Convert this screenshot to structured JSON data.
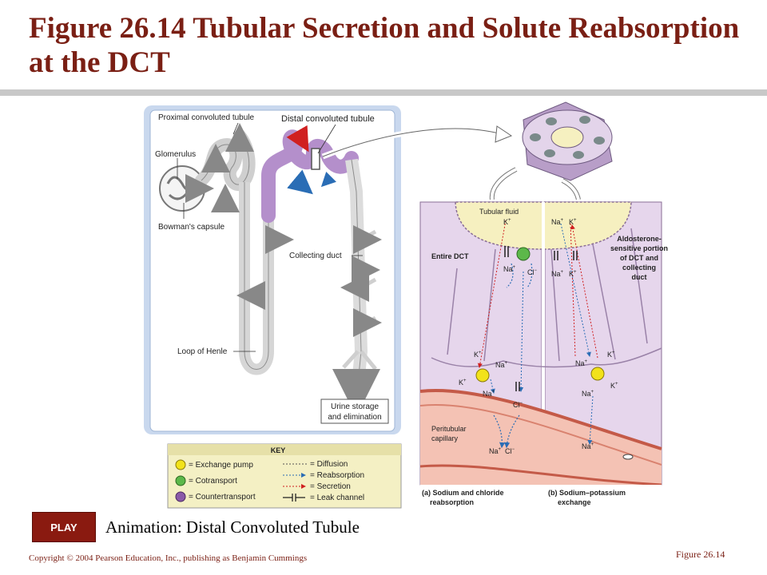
{
  "slide": {
    "title": "Figure 26.14  Tubular Secretion and Solute Reabsorption at the DCT",
    "play_label": "PLAY",
    "animation_label": "Animation: Distal Convoluted Tubule",
    "copyright": "Copyright © 2004 Pearson Education, Inc., publishing as Benjamin Cummings",
    "figure_number": "Figure 26.14"
  },
  "nephron": {
    "pct_label": "Proximal convoluted tubule",
    "dct_label": "Distal convoluted tubule",
    "glomerulus_label": "Glomerulus",
    "bowman_label": "Bowman's capsule",
    "collecting_duct_label": "Collecting duct",
    "loop_label": "Loop of Henle",
    "urine_label_1": "Urine storage",
    "urine_label_2": "and elimination"
  },
  "key": {
    "title": "KEY",
    "exchange_pump": "= Exchange pump",
    "cotransport": "= Cotransport",
    "countertransport": "= Countertransport",
    "diffusion": "= Diffusion",
    "reabsorption": "= Reabsorption",
    "secretion": "= Secretion",
    "leak_channel": "= Leak channel",
    "colors": {
      "exchange_pump": "#f2e21a",
      "cotransport": "#5cb84a",
      "countertransport": "#8a5aa8",
      "diffusion": "#555555",
      "reabsorption": "#2a6db5",
      "secretion": "#d02020"
    }
  },
  "panels": {
    "tubular_fluid": "Tubular fluid",
    "entire_dct": "Entire DCT",
    "aldo_1": "Aldosterone-",
    "aldo_2": "sensitive portion",
    "aldo_3": "of DCT and",
    "aldo_4": "collecting",
    "aldo_5": "duct",
    "peritubular_1": "Peritubular",
    "peritubular_2": "capillary",
    "caption_a_1": "(a) Sodium and chloride",
    "caption_a_2": "reabsorption",
    "caption_b_1": "(b) Sodium–potassium",
    "caption_b_2": "exchange",
    "ions": {
      "k": "K",
      "na": "Na",
      "cl": "Cl",
      "plus": "+",
      "minus": "−"
    }
  }
}
